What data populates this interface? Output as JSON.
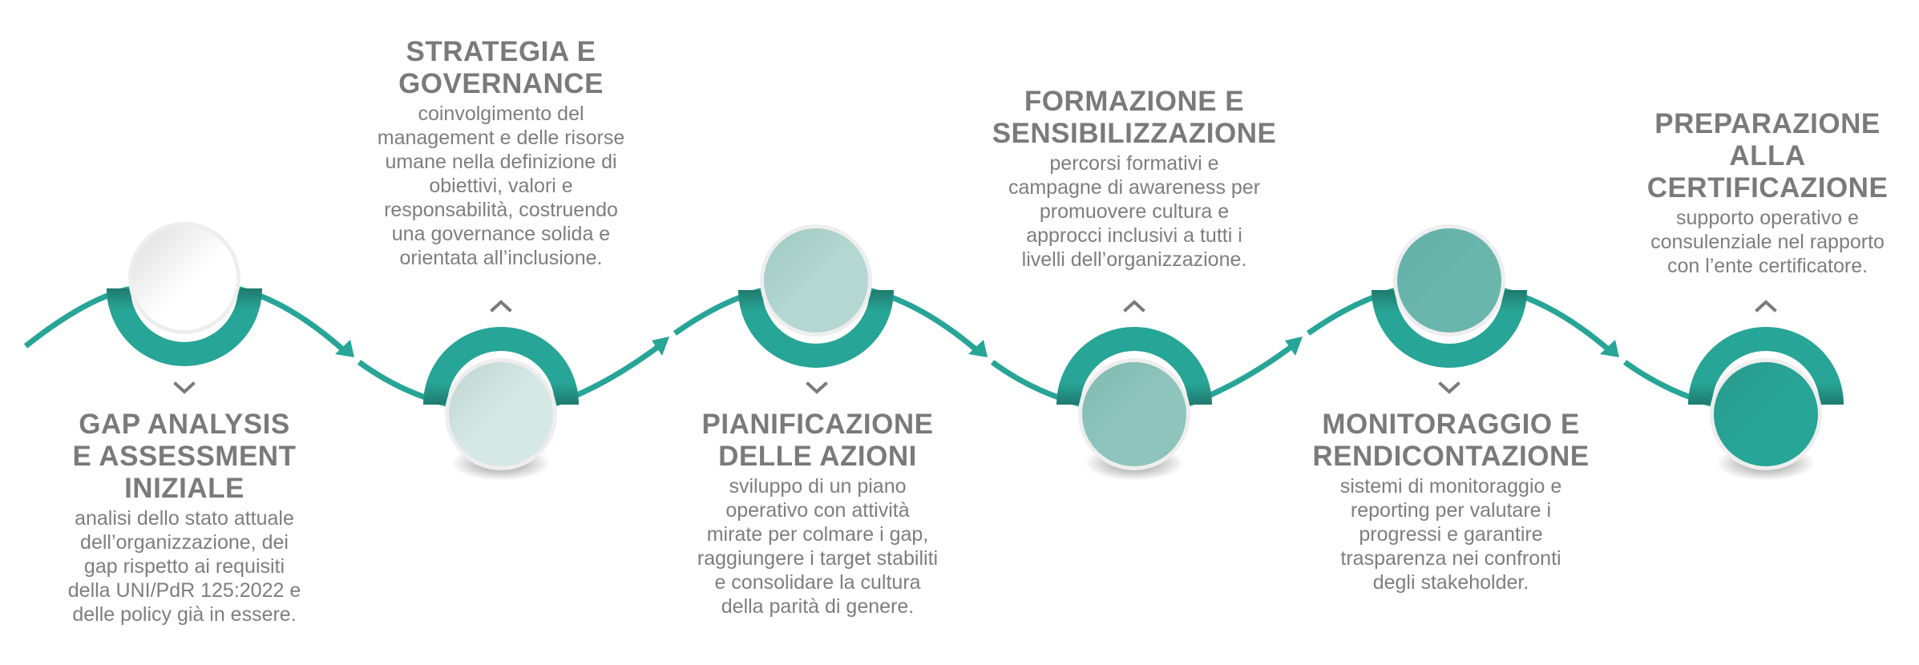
{
  "diagram": {
    "type": "wave-process-timeline",
    "accent_color": "#27a596",
    "accent_dark": "#1f7a6e",
    "text_color": "#7a7a7a",
    "steps": [
      {
        "index": 1,
        "position": "top",
        "circle_color": "#f4f4f4",
        "title_lines": [
          "GAP ANALYSIS",
          "E ASSESSMENT",
          "INIZIALE"
        ],
        "description_lines": [
          "analisi dello stato attuale",
          "dell’organizzazione, dei",
          "gap rispetto ai requisiti",
          "della UNI/PdR 125:2022 e",
          "delle policy già in essere."
        ],
        "chevron": "chevron-down-icon"
      },
      {
        "index": 2,
        "position": "bottom",
        "circle_color": "#d3e7e5",
        "title_lines": [
          "STRATEGIA E",
          "GOVERNANCE"
        ],
        "description_lines": [
          "coinvolgimento del",
          "management e delle risorse",
          "umane nella definizione di",
          "obiettivi, valori e",
          "responsabilità, costruendo",
          "una governance solida e",
          "orientata all’inclusione."
        ],
        "chevron": "chevron-up-icon"
      },
      {
        "index": 3,
        "position": "top",
        "circle_color": "#b2d6d1",
        "title_lines": [
          "PIANIFICAZIONE",
          "DELLE AZIONI"
        ],
        "description_lines": [
          "sviluppo di un piano",
          "operativo con attività",
          "mirate per colmare i gap,",
          "raggiungere i target stabiliti",
          "e consolidare la cultura",
          "della parità di genere."
        ],
        "chevron": "chevron-down-icon"
      },
      {
        "index": 4,
        "position": "bottom",
        "circle_color": "#8ec4bb",
        "title_lines": [
          "FORMAZIONE E",
          "SENSIBILIZZAZIONE"
        ],
        "description_lines": [
          "percorsi formativi e",
          "campagne di awareness per",
          "promuovere cultura e",
          "approcci  inclusivi a tutti i",
          "livelli dell’organizzazione."
        ],
        "chevron": "chevron-up-icon"
      },
      {
        "index": 5,
        "position": "top",
        "circle_color": "#6bb6ac",
        "title_lines": [
          "MONITORAGGIO E",
          "RENDICONTAZIONE"
        ],
        "description_lines": [
          "sistemi di monitoraggio e",
          "reporting per valutare i",
          "progressi e garantire",
          "trasparenza nei confronti",
          "degli stakeholder."
        ],
        "chevron": "chevron-down-icon"
      },
      {
        "index": 6,
        "position": "bottom",
        "circle_color": "#27a596",
        "title_lines": [
          "PREPARAZIONE",
          "ALLA",
          "CERTIFICAZIONE"
        ],
        "description_lines": [
          "supporto operativo e",
          "consulenziale nel rapporto",
          "con l’ente certificatore."
        ],
        "chevron": "chevron-up-icon"
      }
    ]
  }
}
